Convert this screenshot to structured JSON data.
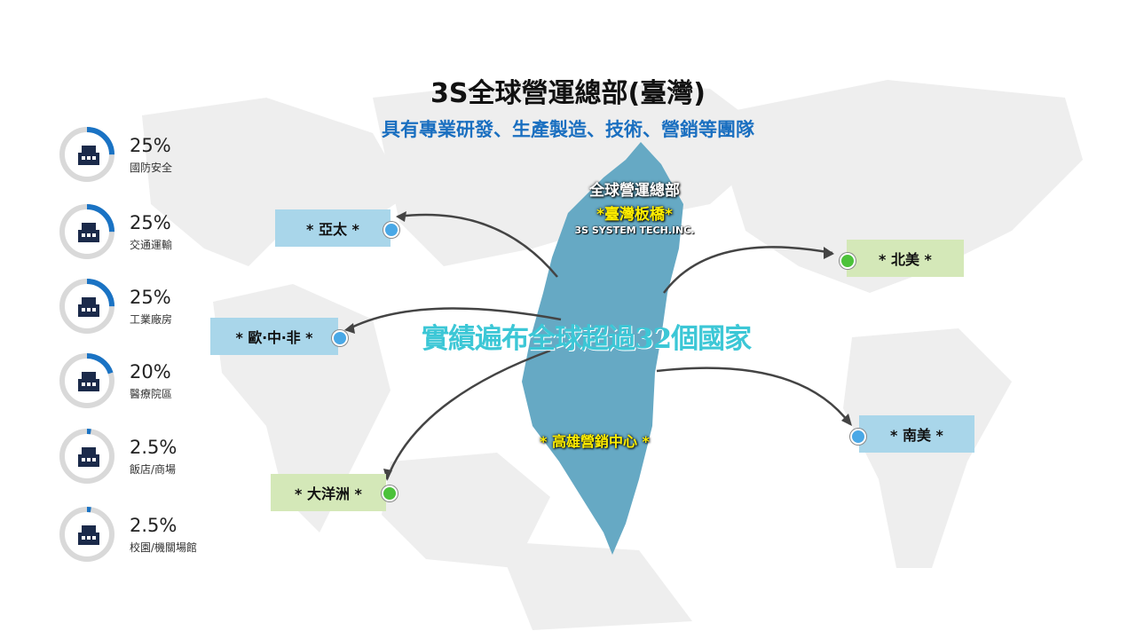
{
  "header": {
    "title": "3S全球營運總部(臺灣)",
    "subtitle": "具有專業研發、生產製造、技術、營銷等團隊"
  },
  "stats": [
    {
      "percent": "25%",
      "value": 25,
      "label": "國防安全",
      "icon": "military-base-icon"
    },
    {
      "percent": "25%",
      "value": 25,
      "label": "交通運輸",
      "icon": "transport-icon"
    },
    {
      "percent": "25%",
      "value": 25,
      "label": "工業廠房",
      "icon": "factory-icon"
    },
    {
      "percent": "20%",
      "value": 20,
      "label": "醫療院區",
      "icon": "hospital-icon"
    },
    {
      "percent": "2.5%",
      "value": 2.5,
      "label": "飯店/商場",
      "icon": "hotel-mall-icon"
    },
    {
      "percent": "2.5%",
      "value": 2.5,
      "label": "校園/機關場館",
      "icon": "government-building-icon"
    }
  ],
  "hq": {
    "line1": "全球營運總部",
    "line2": "*臺灣板橋*",
    "line3": "3S SYSTEM TECH.INC."
  },
  "kaohsiung": "* 高雄營銷中心 *",
  "headline": "實績遍布全球超過32個國家",
  "regions": {
    "asia": "*  亞太  *",
    "europe": "*  歐‧中‧非  *",
    "oceania": "*  大洋洲  *",
    "north_america": "*  北美  *",
    "south_america": "*  南美  *"
  },
  "colors": {
    "accent": "#1a6fc0",
    "ring": "#1a73c4",
    "taiwan": "#66a9c4"
  }
}
